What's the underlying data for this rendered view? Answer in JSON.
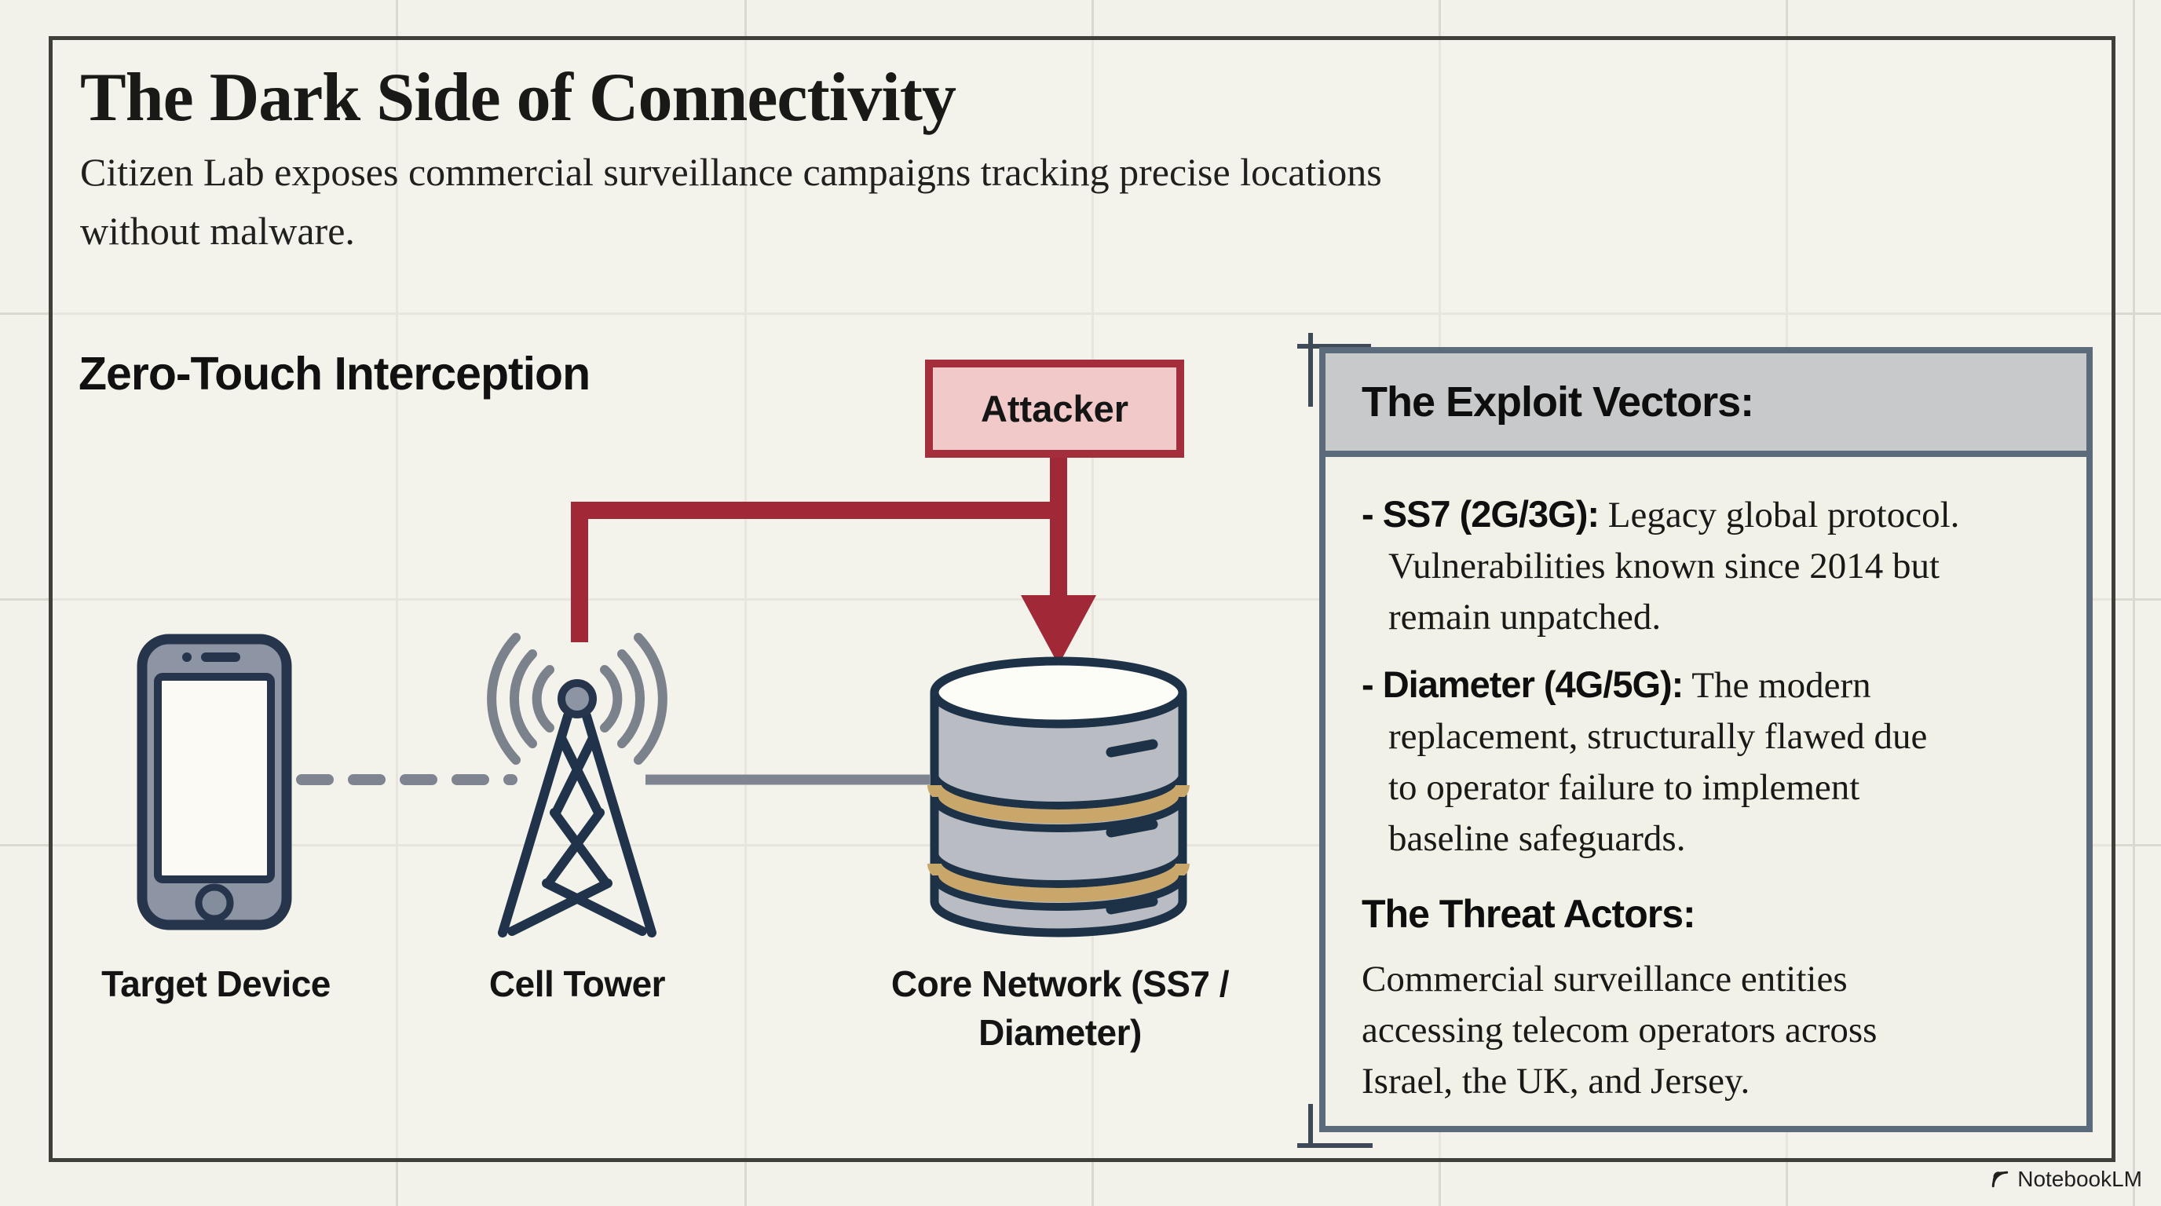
{
  "header": {
    "title": "The Dark Side of Connectivity",
    "subtitle": "Citizen Lab exposes commercial surveillance campaigns tracking precise locations\nwithout malware."
  },
  "diagram": {
    "section_title": "Zero-Touch Interception",
    "attacker_label": "Attacker",
    "target_device_label": "Target Device",
    "cell_tower_label": "Cell Tower",
    "core_network_label": "Core Network (SS7 / Diameter)"
  },
  "panel": {
    "title": "The Exploit Vectors:",
    "bullets": [
      {
        "term": "- SS7 (2G/3G):",
        "desc": " Legacy global protocol.\nVulnerabilities known since 2014 but\nremain unpatched."
      },
      {
        "term": "- Diameter (4G/5G):",
        "desc": " The modern\nreplacement, structurally flawed due\nto operator failure to implement\nbaseline safeguards."
      }
    ],
    "subheading": "The Threat Actors:",
    "body": "Commercial surveillance entities\naccessing telecom operators across\nIsrael, the UK, and Jersey."
  },
  "watermark": {
    "label": "NotebookLM"
  },
  "colors": {
    "attack_red": "#a12836",
    "attacker_fill": "#f1c9c9",
    "attacker_border": "#a52e3c",
    "panel_border": "#5c6b7c",
    "panel_header_bg": "#c8c9ca",
    "icon_navy": "#22344d",
    "icon_gray": "#8d95a4",
    "connector_gray": "#7e8590",
    "db_band_gold": "#c9a76a",
    "paper_bg": "#f3f2ea"
  }
}
